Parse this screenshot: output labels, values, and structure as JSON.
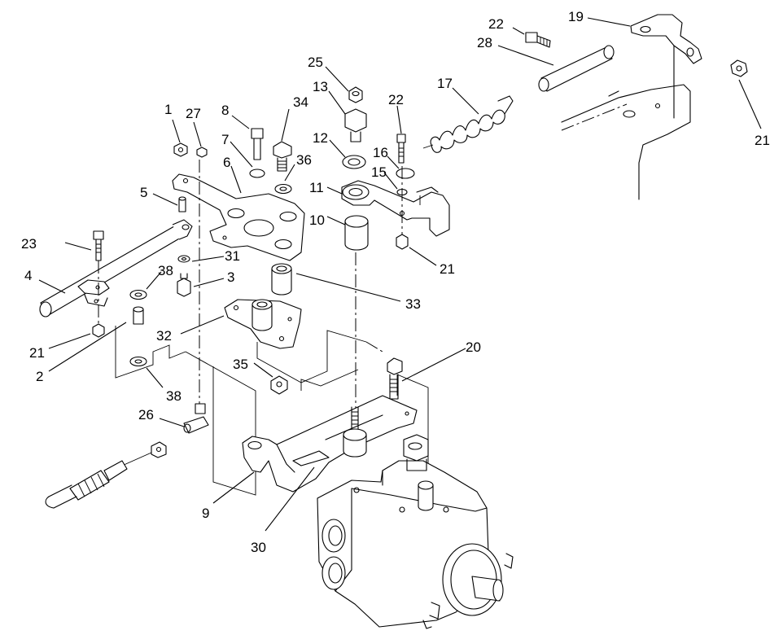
{
  "callouts": [
    {
      "id": "c1",
      "text": "1"
    },
    {
      "id": "c2",
      "text": "2"
    },
    {
      "id": "c3",
      "text": "3"
    },
    {
      "id": "c4",
      "text": "4"
    },
    {
      "id": "c5",
      "text": "5"
    },
    {
      "id": "c6",
      "text": "6"
    },
    {
      "id": "c7",
      "text": "7"
    },
    {
      "id": "c8",
      "text": "8"
    },
    {
      "id": "c9",
      "text": "9"
    },
    {
      "id": "c10",
      "text": "10"
    },
    {
      "id": "c11",
      "text": "11"
    },
    {
      "id": "c12",
      "text": "12"
    },
    {
      "id": "c13",
      "text": "13"
    },
    {
      "id": "c15",
      "text": "15"
    },
    {
      "id": "c16",
      "text": "16"
    },
    {
      "id": "c17",
      "text": "17"
    },
    {
      "id": "c19",
      "text": "19"
    },
    {
      "id": "c20",
      "text": "20"
    },
    {
      "id": "c21a",
      "text": "21"
    },
    {
      "id": "c21b",
      "text": "21"
    },
    {
      "id": "c21c",
      "text": "21"
    },
    {
      "id": "c22a",
      "text": "22"
    },
    {
      "id": "c22b",
      "text": "22"
    },
    {
      "id": "c23",
      "text": "23"
    },
    {
      "id": "c25",
      "text": "25"
    },
    {
      "id": "c26",
      "text": "26"
    },
    {
      "id": "c27",
      "text": "27"
    },
    {
      "id": "c28",
      "text": "28"
    },
    {
      "id": "c30",
      "text": "30"
    },
    {
      "id": "c31",
      "text": "31"
    },
    {
      "id": "c32",
      "text": "32"
    },
    {
      "id": "c33",
      "text": "33"
    },
    {
      "id": "c34",
      "text": "34"
    },
    {
      "id": "c35",
      "text": "35"
    },
    {
      "id": "c36",
      "text": "36"
    },
    {
      "id": "c38a",
      "text": "38"
    },
    {
      "id": "c38b",
      "text": "38"
    }
  ]
}
